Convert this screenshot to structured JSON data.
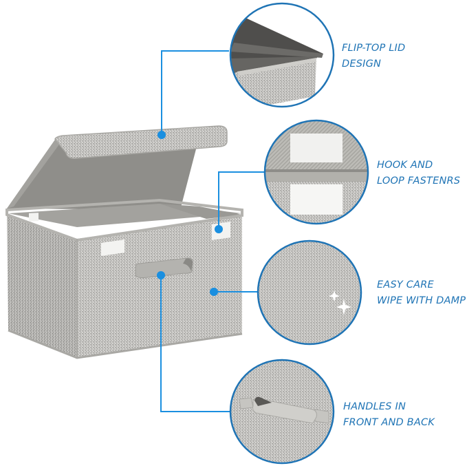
{
  "colors": {
    "accent_blue": "#1a8fe0",
    "circle_border": "#1f74b5",
    "label_text": "#1f74b5",
    "fabric_light": "#c9c8c5",
    "fabric_mid": "#a9a8a4",
    "lid_inner": "#8f8e8a",
    "interior": "#a3a29e",
    "trim": "#b4b3af",
    "velcro": "#f3f3f1"
  },
  "features": [
    {
      "id": "flip-top-lid",
      "line1": "FLIP-TOP LID",
      "line2": "DESIGN",
      "detail_image": "lid-corner-closeup"
    },
    {
      "id": "hook-and-loop",
      "line1": "HOOK AND",
      "line2": "LOOP FASTENRS",
      "detail_image": "velcro-strips-closeup"
    },
    {
      "id": "easy-care",
      "line1": "EASY CARE",
      "line2": "WIPE WITH DAMP",
      "detail_image": "fabric-sparkle-closeup"
    },
    {
      "id": "handles",
      "line1": "HANDLES IN",
      "line2": "FRONT AND BACK",
      "detail_image": "handle-closeup"
    }
  ],
  "product": {
    "name": "fabric-storage-box-with-lid",
    "illustration": "gray linen storage bin with open flip lid"
  }
}
